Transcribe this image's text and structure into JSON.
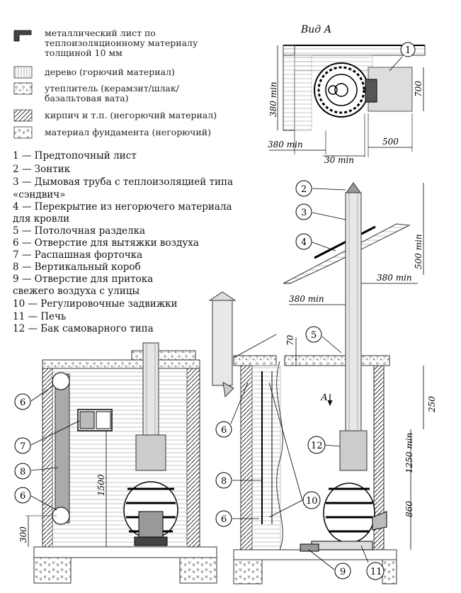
{
  "legend": [
    {
      "key": "metal",
      "text": "металлический лист по\nтеплоизоляционному материалу\nтолщиной 10 мм"
    },
    {
      "key": "wood",
      "text": "дерево (горючий материал)"
    },
    {
      "key": "insul",
      "text": "утеплитель (керамзит/шлак/\nбазальтовая вата)"
    },
    {
      "key": "brick",
      "text": "кирпич и т.п. (негорючий материал)"
    },
    {
      "key": "found",
      "text": "материал фундамента (негорючий)"
    }
  ],
  "items": [
    "1 — Предтопочный лист",
    "2 — Зонтик",
    "3 — Дымовая труба с теплоизоляцией типа",
    "«сэндвич»",
    "4 — Перекрытие из негорючего материала",
    "для кровли",
    "5 — Потолочная разделка",
    "6 — Отверстие для вытяжки воздуха",
    "7 — Распашная форточка",
    "8 — Вертикальный короб",
    "9 — Отверстие для притока",
    "свежего воздуха с улицы",
    "10 — Регулировочные задвижки",
    "11 — Печь",
    "12 — Бак самоварного типа"
  ],
  "view_a": {
    "title": "Вид А",
    "dim_380_v": "380 min",
    "dim_700": "700",
    "dim_380_h": "380 min",
    "dim_30": "30 min",
    "dim_500": "500",
    "callout": "1"
  },
  "right": {
    "dim_500": "500 min",
    "dim_380_r": "380 min",
    "dim_380_l": "380 min",
    "dim_70": "70",
    "dim_250": "250",
    "dim_1250": "1250 min",
    "dim_860": "860",
    "arrow_a": "А"
  },
  "left": {
    "dim_1500": "1500",
    "dim_300": "300"
  },
  "callouts": {
    "c2": "2",
    "c3": "3",
    "c4": "4",
    "c5": "5",
    "c12": "12",
    "c10": "10",
    "c9": "9",
    "c11": "11",
    "c6a": "6",
    "c7": "7",
    "c8": "8",
    "c6b": "6",
    "c6c": "6",
    "c8b": "8",
    "c6d": "6"
  }
}
